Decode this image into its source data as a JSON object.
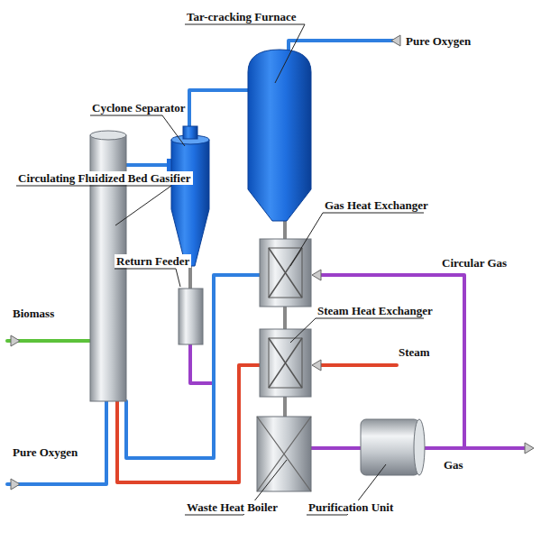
{
  "diagram": {
    "labels": [
      "Tar-cracking Furnace",
      "Pure Oxygen",
      "Cyclone Separator",
      "Circulating Fluidized Bed Gasifier",
      "Gas Heat Exchanger",
      "Return Feeder",
      "Circular Gas",
      "Biomass",
      "Steam Heat Exchanger",
      "Steam",
      "Pure Oxygen",
      "Gas",
      "Waste Heat Boiler",
      "Purification Unit"
    ]
  }
}
